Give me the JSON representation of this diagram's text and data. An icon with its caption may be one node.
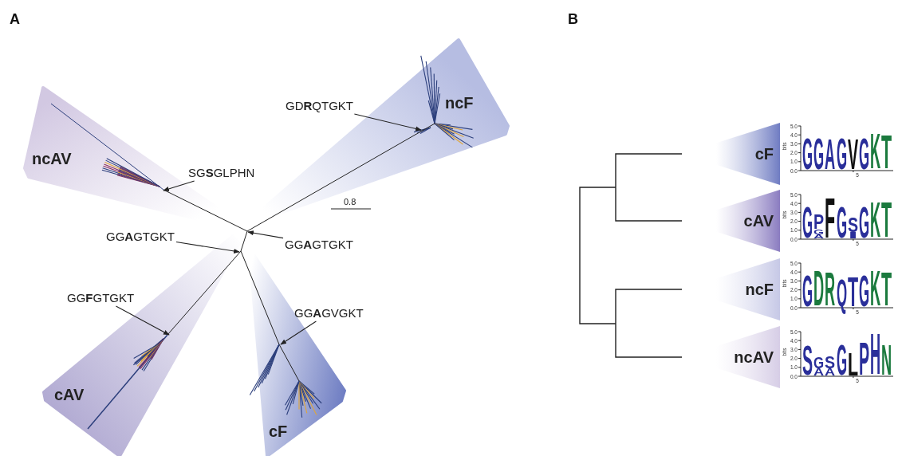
{
  "diagram": {
    "nodes": [
      {
        "text": [
          "ncAV"
        ]
      },
      {
        "text": [
          "ncF"
        ]
      },
      {
        "text": [
          "cAV"
        ]
      },
      {
        "text": [
          "cF"
        ]
      },
      {
        "text": [
          "GD**R**QTGKT"
        ]
      },
      {
        "text": [
          "SG**S**GLPHN"
        ]
      },
      {
        "text": [
          "GG**A**GTGKT"
        ]
      },
      {
        "text": [
          "GG**A**GTGKT"
        ]
      },
      {
        "text": [
          "GG**F**GTGKT"
        ]
      },
      {
        "text": [
          "GG**A**GVGKT"
        ]
      },
      {
        "text": [
          "cF"
        ]
      },
      {
        "text": [
          "cAV"
        ]
      },
      {
        "text": [
          "ncF"
        ]
      },
      {
        "text": [
          "ncAV"
        ]
      }
    ],
    "edges": [
      {
        "from": 4,
        "to": 1,
        "arrow": "to"
      },
      {
        "from": 5,
        "to": 0,
        "arrow": "to"
      },
      {
        "from": 6,
        "to": 3,
        "arrow": "to"
      },
      {
        "from": 7,
        "to": 3,
        "arrow": "to"
      },
      {
        "from": 8,
        "to": 2,
        "arrow": "to"
      },
      {
        "from": 9,
        "to": 3,
        "arrow": "to"
      }
    ],
    "labels": [
      "A",
      "B",
      "0.8",
      "bits",
      "5.0",
      "4.0",
      "3.0",
      "2.0",
      "1.0",
      "0.0",
      "GGAGVGKT",
      "5",
      "bits",
      "5.0",
      "4.0",
      "3.0",
      "2.0",
      "1.0",
      "0.0",
      "GPFGSGKT",
      "GA",
      "I",
      "5",
      "bits",
      "5.0",
      "4.0",
      "3.0",
      "2.0",
      "1.0",
      "0.0",
      "GDRQTGKT",
      "5",
      "bits",
      "5.0",
      "4.0",
      "3.0",
      "2.0",
      "1.0",
      "0.0",
      "SGSGLPHN",
      "A",
      "A",
      "5"
    ]
  }
}
